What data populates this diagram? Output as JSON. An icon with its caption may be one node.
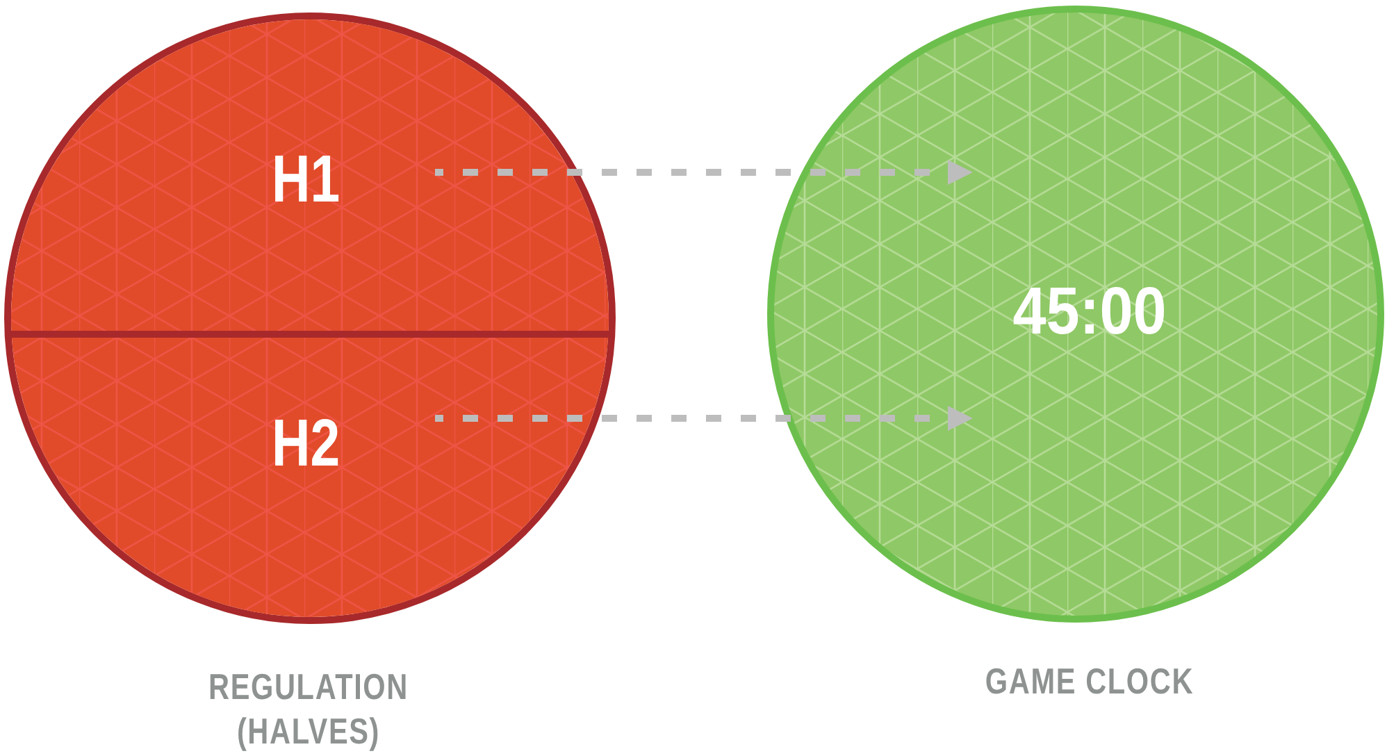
{
  "diagram": {
    "nodes": [
      {
        "text": [],
        "shape": "circle",
        "beside": [
          "REGULATION (HALVES)"
        ]
      },
      {
        "text": [
          "H1"
        ],
        "in": 0
      },
      {
        "text": [
          "H2"
        ],
        "in": 0
      },
      {
        "text": [
          "45:00"
        ],
        "beside": [
          "GAME CLOCK"
        ]
      }
    ],
    "edges": [
      {
        "from": 1,
        "to": 3,
        "arrow": "to",
        "style": "dashed"
      },
      {
        "from": 2,
        "to": 3,
        "arrow": "to",
        "style": "dashed"
      }
    ]
  }
}
